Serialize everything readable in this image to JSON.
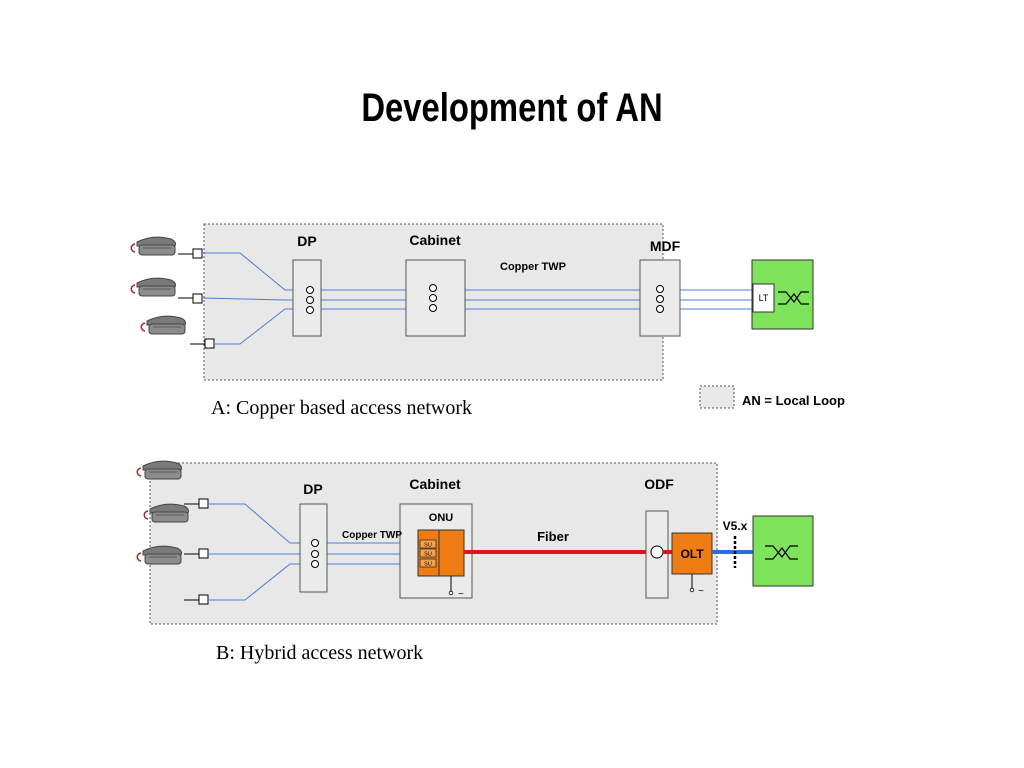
{
  "slide": {
    "title": "Development of AN"
  },
  "diagram_a": {
    "caption": "A:  Copper based access network",
    "labels": {
      "dp": "DP",
      "cabinet": "Cabinet",
      "mdf": "MDF",
      "cable": "Copper TWP",
      "lt": "LT"
    }
  },
  "legend": {
    "text": "AN = Local Loop"
  },
  "diagram_b": {
    "caption": "B: Hybrid access network",
    "labels": {
      "dp": "DP",
      "cabinet": "Cabinet",
      "odf": "ODF",
      "onu": "ONU",
      "cable": "Copper TWP",
      "fiber": "Fiber",
      "olt": "OLT",
      "interface": "V5.x",
      "su": "SU",
      "power": "~"
    }
  },
  "colors": {
    "an_area": "#e8e8e8",
    "copper_line": "#4a7fd4",
    "fiber_line": "#e0141e",
    "v5_line": "#2a6fd8",
    "exchange": "#7ee35a",
    "onu_olt": "#f07c14"
  },
  "icons": [
    "telephone-icon",
    "switch-icon",
    "connector-icon"
  ]
}
